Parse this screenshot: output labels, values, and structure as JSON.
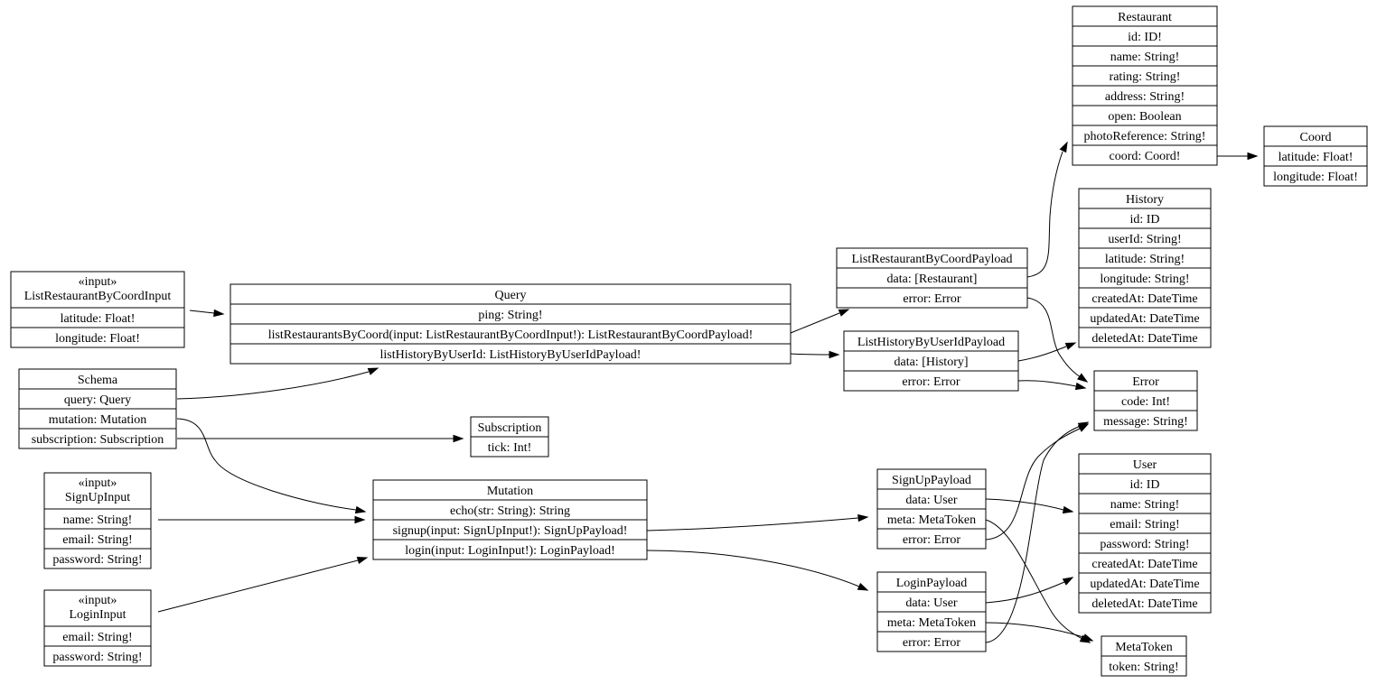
{
  "diagram": {
    "nodes": [
      {
        "id": "restaurant",
        "title": [
          "Restaurant"
        ],
        "fields": [
          "id: ID!",
          "name: String!",
          "rating: String!",
          "address: String!",
          "open: Boolean",
          "photoReference: String!",
          "coord: Coord!"
        ]
      },
      {
        "id": "coord",
        "title": [
          "Coord"
        ],
        "fields": [
          "latitude: Float!",
          "longitude: Float!"
        ]
      },
      {
        "id": "history",
        "title": [
          "History"
        ],
        "fields": [
          "id: ID",
          "userId: String!",
          "latitude: String!",
          "longitude: String!",
          "createdAt: DateTime",
          "updatedAt: DateTime",
          "deletedAt: DateTime"
        ]
      },
      {
        "id": "list-restaurant-by-coord-payload",
        "title": [
          "ListRestaurantByCoordPayload"
        ],
        "fields": [
          "data: [Restaurant]",
          "error: Error"
        ]
      },
      {
        "id": "list-restaurant-by-coord-input",
        "title": [
          "«input»",
          "ListRestaurantByCoordInput"
        ],
        "fields": [
          "latitude: Float!",
          "longitude: Float!"
        ]
      },
      {
        "id": "query",
        "title": [
          "Query"
        ],
        "fields": [
          "ping: String!",
          "listRestaurantsByCoord(input: ListRestaurantByCoordInput!): ListRestaurantByCoordPayload!",
          "listHistoryByUserId: ListHistoryByUserIdPayload!"
        ]
      },
      {
        "id": "list-history-by-user-id-payload",
        "title": [
          "ListHistoryByUserIdPayload"
        ],
        "fields": [
          "data: [History]",
          "error: Error"
        ]
      },
      {
        "id": "schema",
        "title": [
          "Schema"
        ],
        "fields": [
          "query: Query",
          "mutation: Mutation",
          "subscription: Subscription"
        ]
      },
      {
        "id": "error",
        "title": [
          "Error"
        ],
        "fields": [
          "code: Int!",
          "message: String!"
        ]
      },
      {
        "id": "subscription",
        "title": [
          "Subscription"
        ],
        "fields": [
          "tick: Int!"
        ]
      },
      {
        "id": "sign-up-input",
        "title": [
          "«input»",
          "SignUpInput"
        ],
        "fields": [
          "name: String!",
          "email: String!",
          "password: String!"
        ]
      },
      {
        "id": "mutation",
        "title": [
          "Mutation"
        ],
        "fields": [
          "echo(str: String): String",
          "signup(input: SignUpInput!): SignUpPayload!",
          "login(input: LoginInput!): LoginPayload!"
        ]
      },
      {
        "id": "sign-up-payload",
        "title": [
          "SignUpPayload"
        ],
        "fields": [
          "data: User",
          "meta: MetaToken",
          "error: Error"
        ]
      },
      {
        "id": "user",
        "title": [
          "User"
        ],
        "fields": [
          "id: ID",
          "name: String!",
          "email: String!",
          "password: String!",
          "createdAt: DateTime",
          "updatedAt: DateTime",
          "deletedAt: DateTime"
        ]
      },
      {
        "id": "login-input",
        "title": [
          "«input»",
          "LoginInput"
        ],
        "fields": [
          "email: String!",
          "password: String!"
        ]
      },
      {
        "id": "login-payload",
        "title": [
          "LoginPayload"
        ],
        "fields": [
          "data: User",
          "meta: MetaToken",
          "error: Error"
        ]
      },
      {
        "id": "meta-token",
        "title": [
          "MetaToken"
        ],
        "fields": [
          "token: String!"
        ]
      }
    ]
  }
}
